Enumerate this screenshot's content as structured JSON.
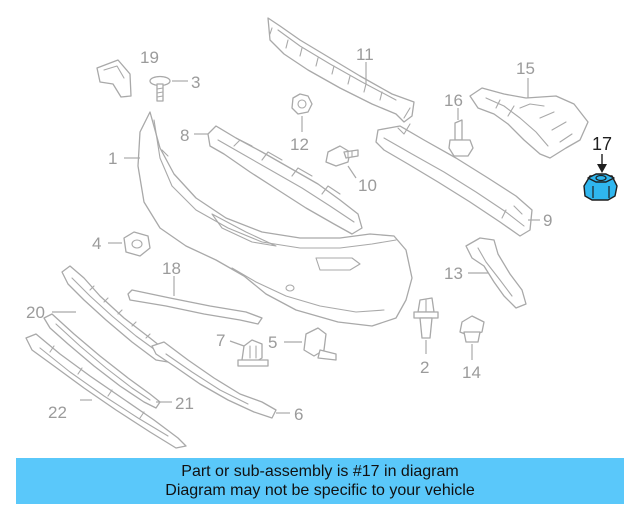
{
  "callouts": {
    "c1": "1",
    "c2": "2",
    "c3": "3",
    "c4": "4",
    "c5": "5",
    "c6": "6",
    "c7": "7",
    "c8": "8",
    "c9": "9",
    "c10": "10",
    "c11": "11",
    "c12": "12",
    "c13": "13",
    "c14": "14",
    "c15": "15",
    "c16": "16",
    "c17": "17",
    "c18": "18",
    "c19": "19",
    "c20": "20",
    "c21": "21",
    "c22": "22"
  },
  "highlight": {
    "part_number": "17",
    "fill_color": "#2fb6ef"
  },
  "banner": {
    "line1": "Part or sub-assembly is #17 in diagram",
    "line2": "Diagram may not be specific to your vehicle",
    "background_color": "#5ac8fa"
  }
}
